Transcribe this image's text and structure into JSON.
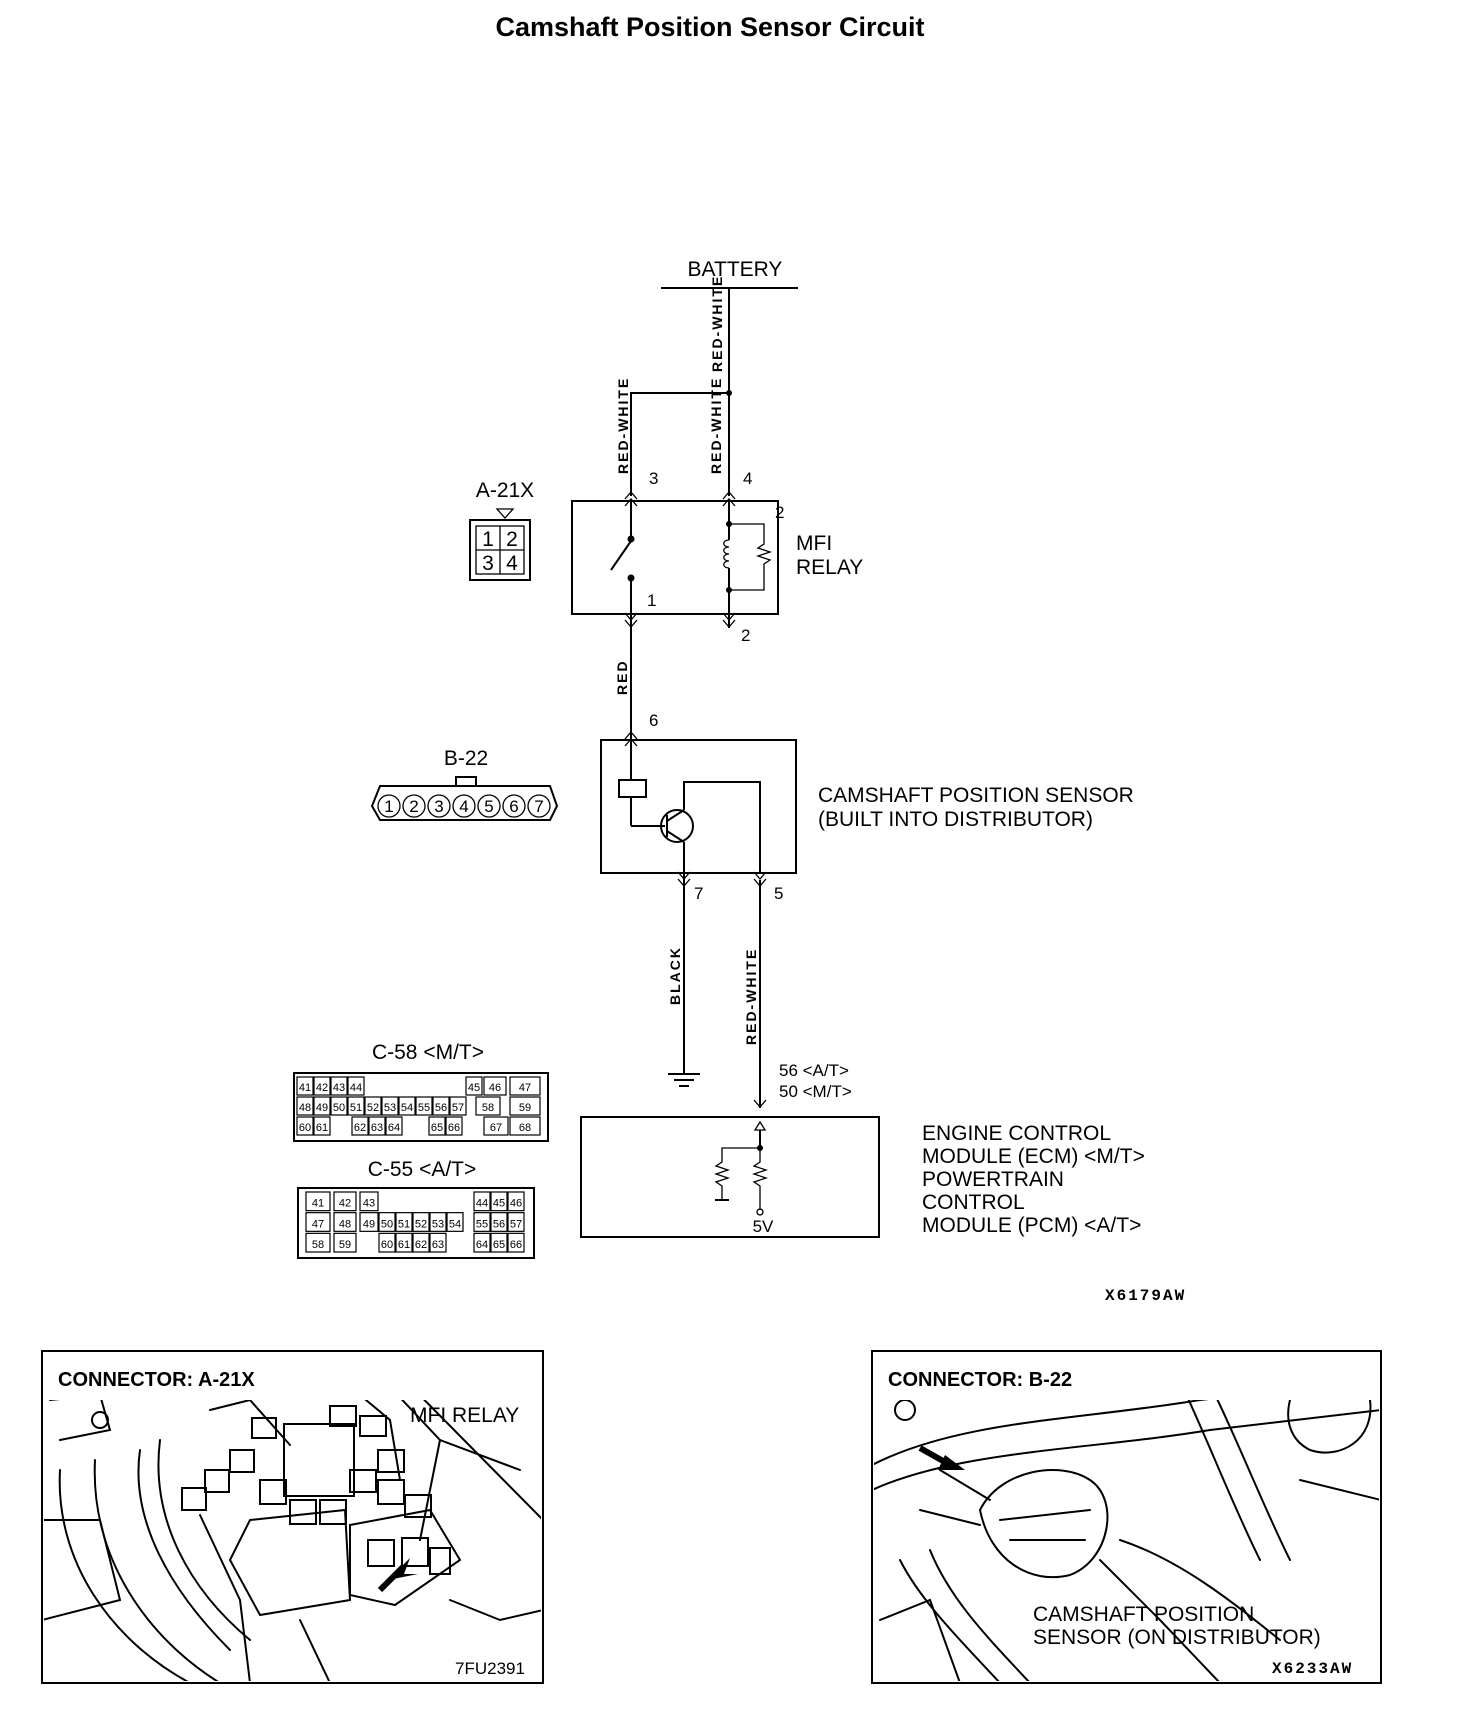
{
  "title": "Camshaft Position Sensor Circuit",
  "battery_label": "BATTERY",
  "wires": {
    "battery_to_relay": "RED-WHITE",
    "pin3_feed": "RED-WHITE",
    "pin4_feed": "RED-WHITE",
    "relay_to_sensor": "RED",
    "sensor_ground": "BLACK",
    "sensor_signal": "RED-WHITE"
  },
  "pins": {
    "relay_3": "3",
    "relay_4": "4",
    "relay_2_top": "2",
    "relay_1": "1",
    "relay_2_bottom": "2",
    "sensor_6": "6",
    "sensor_7": "7",
    "sensor_5": "5",
    "ecm_at": "56 <A/T>",
    "ecm_mt": "50 <M/T>"
  },
  "mfi_relay": {
    "line1": "MFI",
    "line2": "RELAY"
  },
  "sensor": {
    "line1": "CAMSHAFT POSITION SENSOR",
    "line2": "(BUILT INTO DISTRIBUTOR)"
  },
  "ecm": {
    "lines": [
      "ENGINE CONTROL",
      "MODULE (ECM) <M/T>",
      "POWERTRAIN",
      "CONTROL",
      "MODULE (PCM) <A/T>"
    ],
    "voltage": "5V"
  },
  "connector_a21x": {
    "label": "A-21X",
    "pins": [
      "1",
      "2",
      "3",
      "4"
    ]
  },
  "connector_b22": {
    "label": "B-22",
    "pins": [
      "1",
      "2",
      "3",
      "4",
      "5",
      "6",
      "7"
    ]
  },
  "connector_c58": {
    "label": "C-58 <M/T>",
    "rows": [
      [
        "41",
        "42",
        "43",
        "44",
        "45",
        "46",
        "47"
      ],
      [
        "48",
        "49",
        "50",
        "51",
        "52",
        "53",
        "54",
        "55",
        "56",
        "57",
        "58",
        "59"
      ],
      [
        "60",
        "61",
        "62",
        "63",
        "64",
        "65",
        "66",
        "67",
        "68"
      ]
    ]
  },
  "connector_c55": {
    "label": "C-55 <A/T>",
    "rows": [
      [
        "41",
        "42",
        "43",
        "44",
        "45",
        "46"
      ],
      [
        "47",
        "48",
        "49",
        "50",
        "51",
        "52",
        "53",
        "54",
        "55",
        "56",
        "57"
      ],
      [
        "58",
        "59",
        "60",
        "61",
        "62",
        "63",
        "64",
        "65",
        "66"
      ]
    ]
  },
  "figure_code": "X6179AW",
  "location_a21x": {
    "title": "CONNECTOR: A-21X",
    "callout": "MFI RELAY",
    "code": "7FU2391"
  },
  "location_b22": {
    "title": "CONNECTOR: B-22",
    "callout_line1": "CAMSHAFT POSITION",
    "callout_line2": "SENSOR (ON DISTRIBUTOR)",
    "code": "X6233AW"
  }
}
